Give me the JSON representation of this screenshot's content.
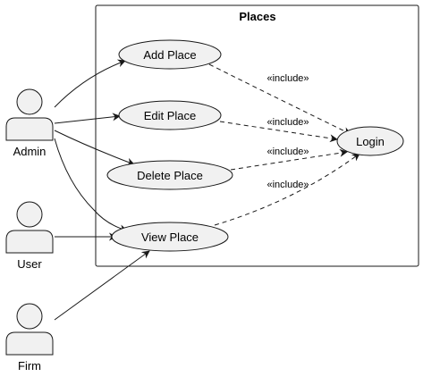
{
  "diagram": {
    "boundary_title": "Places",
    "actors": {
      "admin": "Admin",
      "user": "User",
      "firm": "Firm"
    },
    "use_cases": {
      "add_place": "Add Place",
      "edit_place": "Edit Place",
      "delete_place": "Delete Place",
      "view_place": "View Place",
      "login": "Login"
    },
    "include_label": "«include»",
    "colors": {
      "ellipse_fill": "#f1f1f1",
      "stroke": "#181818",
      "background": "#ffffff"
    }
  }
}
